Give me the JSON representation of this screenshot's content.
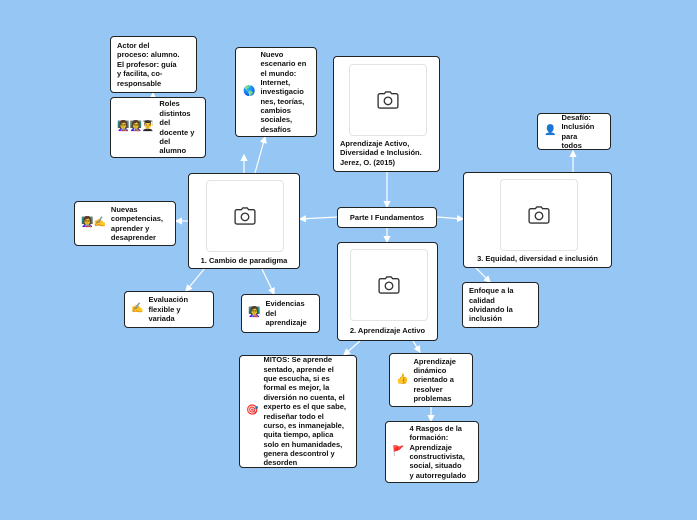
{
  "nodes": {
    "center": "Parte I Fundamentos",
    "book": "Aprendizaje Activo,\nDiversidad e Inclusión.\nJerez, O. (2015)",
    "paradigm": "1. Cambio de paradigma",
    "active": "2. Aprendizaje Activo",
    "equity": "3. Equidad, diversidad e inclusión",
    "actor": "Actor del\nproceso: alumno.\nEl profesor: guía\ny facilita, co-\nresponsable",
    "roles": "Roles\ndistintos\ndel\ndocente y\ndel\nalumno",
    "scenario": "Nuevo\nescenario en\nel mundo:\nInternet,\ninvestigacio\nnes, teorías,\ncambios\nsociales,\ndesafíos",
    "competencies": "Nuevas\ncompetencias,\naprender y\ndesaprender",
    "evaluation": "Evaluación\nflexible y\nvariada",
    "evidence": "Evidencias\ndel\naprendizaje",
    "challenge": "Desafío:\nInclusión para\ntodos",
    "focus": "Enfoque a la\ncalidad\nolvidando la\ninclusión",
    "myths": "MITOS: Se aprende\nsentado, aprende el\nque escucha, si es\nformal es mejor, la\ndiversión no cuenta, el\nexperto es el que sabe,\nrediseñar todo el\ncurso, es inmanejable,\nquita tiempo, aplica\nsolo en humanidades,\ngenera descontrol y\ndesorden",
    "dynamic": "Aprendizaje\ndinámico\norientado a\nresolver\nproblemas",
    "traits": "4 Rasgos de la\nformación:\nAprendizaje\nconstructivista,\nsocial, situado\ny autorregulado"
  },
  "icons": {
    "roles": "👩‍🏫👩‍🏫👨‍🎓",
    "scenario": "🌎",
    "competencies": "👩‍🏫✍️",
    "evaluation": "✍️",
    "evidence": "👩‍🏫",
    "challenge": "👤",
    "myths": "🎯",
    "dynamic": "👍",
    "traits": "🚩"
  },
  "colors": {
    "background": "#96c6f3",
    "link": "#ffffff"
  }
}
